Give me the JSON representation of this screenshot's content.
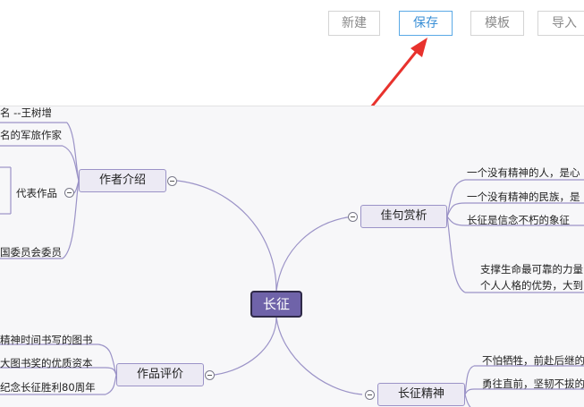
{
  "toolbar": {
    "new_label": "新建",
    "save_label": "保存",
    "template_label": "模板",
    "import_label": "导入"
  },
  "mindmap": {
    "root": "长征",
    "author": {
      "label": "作者介绍",
      "leaves": [
        "名  --王树增",
        "名的军旅作家",
        "国委员会委员"
      ],
      "sub": {
        "label": "代表作品"
      }
    },
    "quotes": {
      "label": "佳句赏析",
      "leaves": [
        "一个没有精神的人，是心",
        "一个没有精神的民族，是",
        "长征是信念不朽的象征",
        "支撑生命最可靠的力量",
        "个人人格的优势，大到"
      ]
    },
    "evaluation": {
      "label": "作品评价",
      "leaves": [
        "精神时间书写的图书",
        "大图书奖的优质资本",
        "纪念长征胜利80周年"
      ]
    },
    "spirit": {
      "label": "长征精神",
      "leaves": [
        "不怕牺牲，前赴后继的",
        "勇往直前，坚韧不拔的"
      ]
    }
  },
  "colors": {
    "accent_arrow": "#e8322d",
    "root_fill": "#6f63a9",
    "branch_line": "#9b93c7",
    "save_border": "#5aa9e6"
  }
}
